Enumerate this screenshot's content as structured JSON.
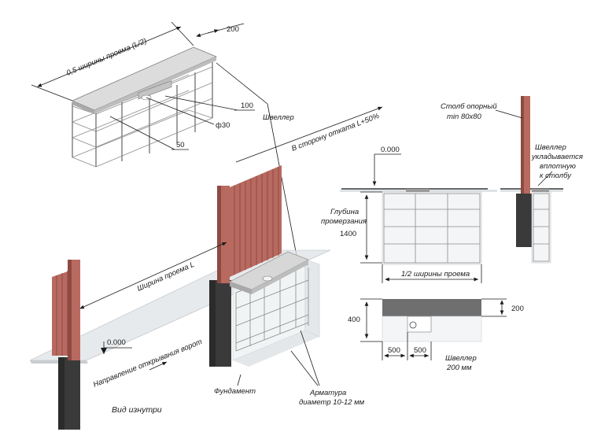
{
  "colors": {
    "brick": "#b86a60",
    "brick_dark": "#8e4a42",
    "concrete": "#3a3a3a",
    "steel": "#d7d7d7",
    "steel_dark": "#9a9a9a",
    "ground": "#dfe3e6",
    "rebar": "#555555"
  },
  "labels": {
    "half_width_opening": "0,5 ширины проема (L/2)",
    "dim_200_top": "200",
    "dim_100": "100",
    "dim_phi30": "ф30",
    "dim_50": "50",
    "channel": "Швеллер",
    "toward_rollback": "В сторону отката L+50%",
    "opening_width": "Ширина проема L",
    "level_left": "0.000",
    "gate_direction": "Направление открывания ворот",
    "foundation": "Фундамент",
    "rebar_line1": "Арматура",
    "rebar_line2": "диаметр 10-12 мм",
    "inside_view": "Вид изнутри",
    "level_section": "0.000",
    "freezing_depth_line1": "Глубина",
    "freezing_depth_line2": "промерзания",
    "dim_1400": "1400",
    "half_opening_width": "1/2 ширины проема",
    "support_post_line1": "Столб опорный",
    "support_post_line2": "min 80х80",
    "channel_note_line1": "Швеллер",
    "channel_note_line2": "укладывается",
    "channel_note_line3": "вплотную",
    "channel_note_line4": "к столбу",
    "dim_400": "400",
    "dim_200_right": "200",
    "dim_500_a": "500",
    "dim_500_b": "500",
    "channel_200_line1": "Швеллер",
    "channel_200_line2": "200 мм"
  }
}
